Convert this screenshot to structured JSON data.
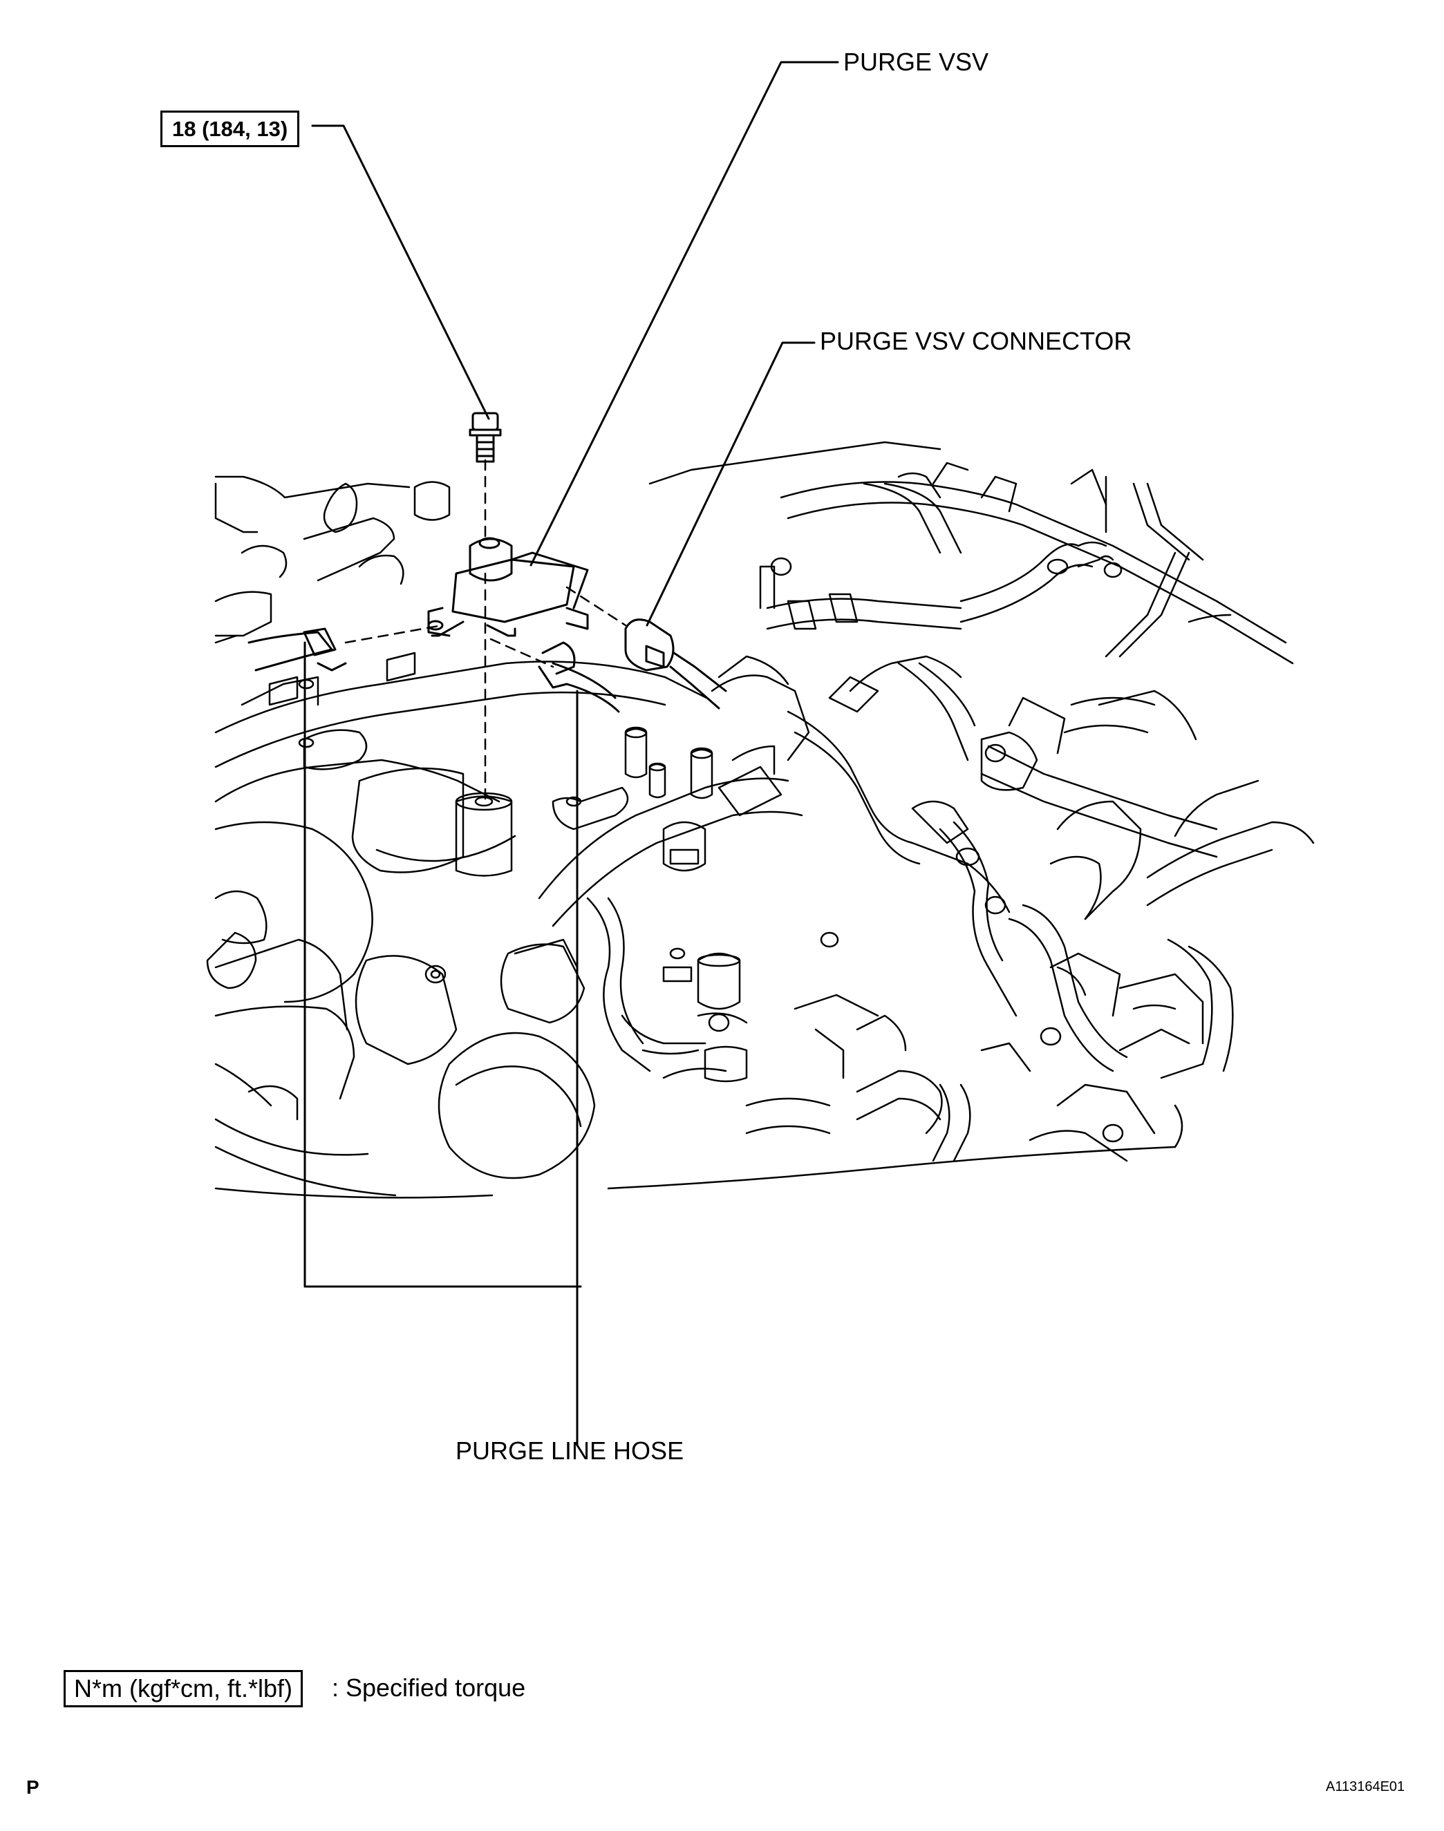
{
  "callouts": {
    "torque_spec": "18 (184, 13)",
    "purge_vsv": "PURGE VSV",
    "purge_vsv_connector": "PURGE VSV CONNECTOR",
    "purge_line_hose": "PURGE LINE HOSE"
  },
  "legend": {
    "unit_box": "N*m (kgf*cm, ft.*lbf)",
    "description": ": Specified torque"
  },
  "footer": {
    "section_letter": "P",
    "figure_code": "A113164E01"
  },
  "colors": {
    "line": "#000000",
    "background": "#ffffff"
  }
}
